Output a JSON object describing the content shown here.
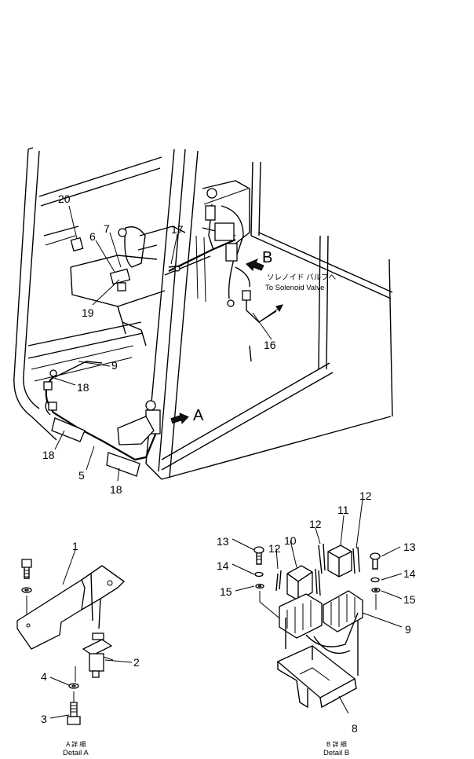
{
  "callouts": {
    "n20": "20",
    "n6": "6",
    "n7": "7",
    "n17": "17",
    "n19": "19",
    "n9": "9",
    "n18a": "18",
    "n18b": "18",
    "n18c": "18",
    "n5": "5",
    "n16": "16"
  },
  "arrows": {
    "a": "A",
    "b": "B"
  },
  "solenoid": {
    "jp": "ソレノイド バルブへ",
    "en": "To Solenoid Valve"
  },
  "detail_a": {
    "n1": "1",
    "n2": "2",
    "n3": "3",
    "n4": "4",
    "caption_jp": "A 詳 細",
    "caption_en": "Detail A"
  },
  "detail_b": {
    "n8": "8",
    "n9": "9",
    "n10": "10",
    "n11": "11",
    "n12a": "12",
    "n12b": "12",
    "n12c": "12",
    "n13a": "13",
    "n13b": "13",
    "n14a": "14",
    "n14b": "14",
    "n15a": "15",
    "n15b": "15",
    "caption_jp": "B 詳 細",
    "caption_en": "Detail B"
  }
}
